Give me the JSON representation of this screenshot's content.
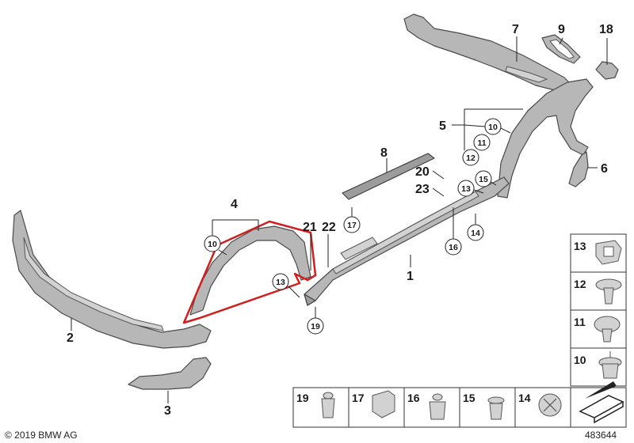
{
  "callouts": {
    "c1": "1",
    "c2": "2",
    "c3": "3",
    "c4": "4",
    "c5": "5",
    "c6": "6",
    "c7": "7",
    "c8": "8",
    "c9": "9",
    "c18": "18",
    "c20": "20",
    "c21": "21",
    "c22": "22",
    "c23": "23",
    "ring4_10": "10",
    "ring5_10": "10",
    "ring5_11": "11",
    "ring5_12": "12",
    "ring13_a": "13",
    "ring13_b": "13",
    "ring15": "15",
    "ring14": "14",
    "ring16": "16",
    "ring17": "17",
    "ring19": "19"
  },
  "fastener_legend": {
    "side_column": [
      "13",
      "12",
      "11",
      "10"
    ],
    "bottom_row": [
      "19",
      "17",
      "16",
      "15",
      "14"
    ]
  },
  "footer": {
    "copyright": "© 2019 BMW AG",
    "diagram_number": "483644"
  },
  "colors": {
    "highlight": "#d11f1f",
    "part_fill": "#b7b7b7",
    "line": "#222222"
  }
}
